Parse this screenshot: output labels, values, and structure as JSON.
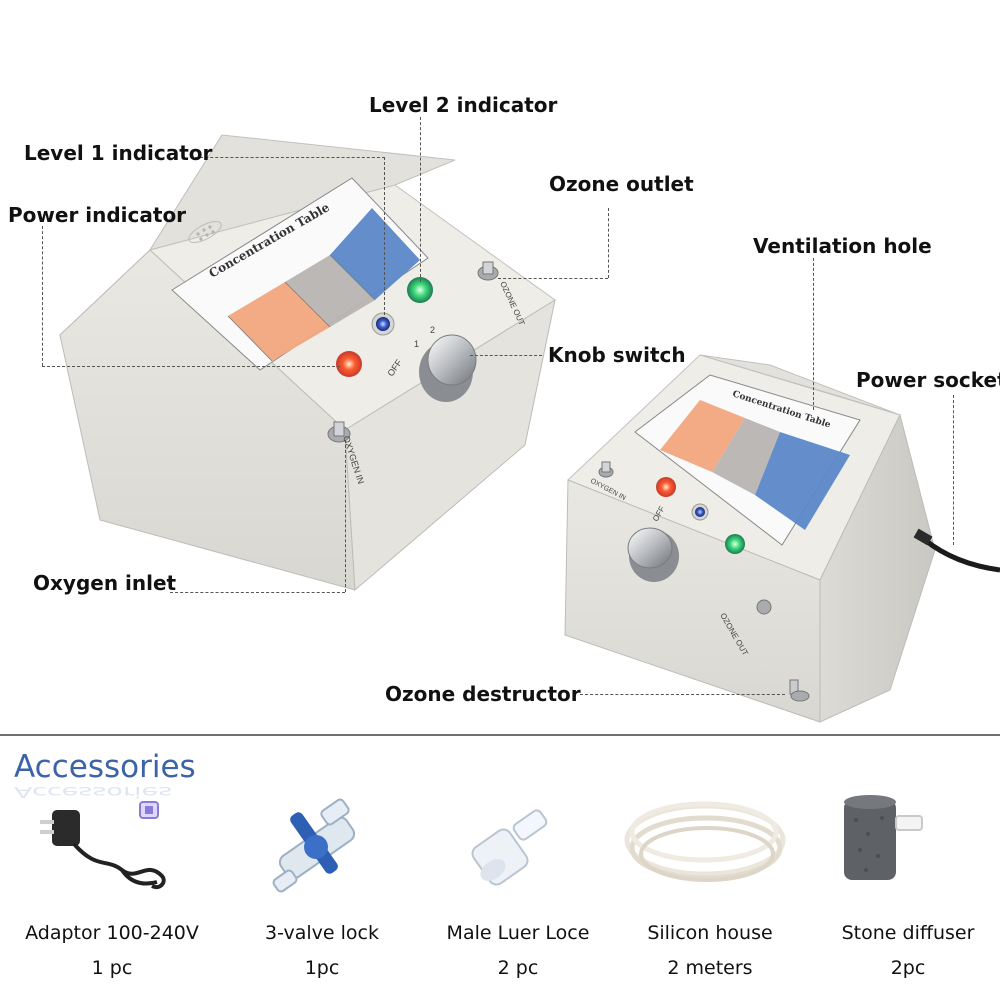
{
  "callouts": {
    "level2": "Level 2 indicator",
    "level1": "Level 1 indicator",
    "ozone_outlet": "Ozone outlet",
    "power_indicator": "Power indicator",
    "ventilation_hole": "Ventilation hole",
    "knob_switch": "Knob switch",
    "power_socket": "Power socket",
    "oxygen_inlet": "Oxygen inlet",
    "ozone_destructor": "Ozone destructor"
  },
  "device": {
    "panel_title": "Concentration Table",
    "oxygen_in_label": "OXYGEN IN",
    "ozone_out_label": "OZONE OUT",
    "knob_off": "OFF",
    "knob_1": "1",
    "knob_2": "2",
    "colors": {
      "body": "#e7e6e1",
      "panel_orange": "#f2a67e",
      "panel_gray": "#b8b4b2",
      "panel_blue": "#5b88c8",
      "power_led": "#ff4a2a",
      "level1_led": "#3a5fd0",
      "level2_led": "#3ddc7a"
    }
  },
  "accessories": {
    "title": "Accessories",
    "items": [
      {
        "name": "Adaptor 100-240V",
        "qty": "1 pc",
        "icon": "power-adapter-icon"
      },
      {
        "name": "3-valve lock",
        "qty": "1pc",
        "icon": "three-way-valve-icon"
      },
      {
        "name": "Male Luer Loce",
        "qty": "2 pc",
        "icon": "luer-connector-icon"
      },
      {
        "name": "Silicon house",
        "qty": "2 meters",
        "icon": "silicone-tube-icon"
      },
      {
        "name": "Stone diffuser",
        "qty": "2pc",
        "icon": "stone-diffuser-icon"
      }
    ]
  }
}
